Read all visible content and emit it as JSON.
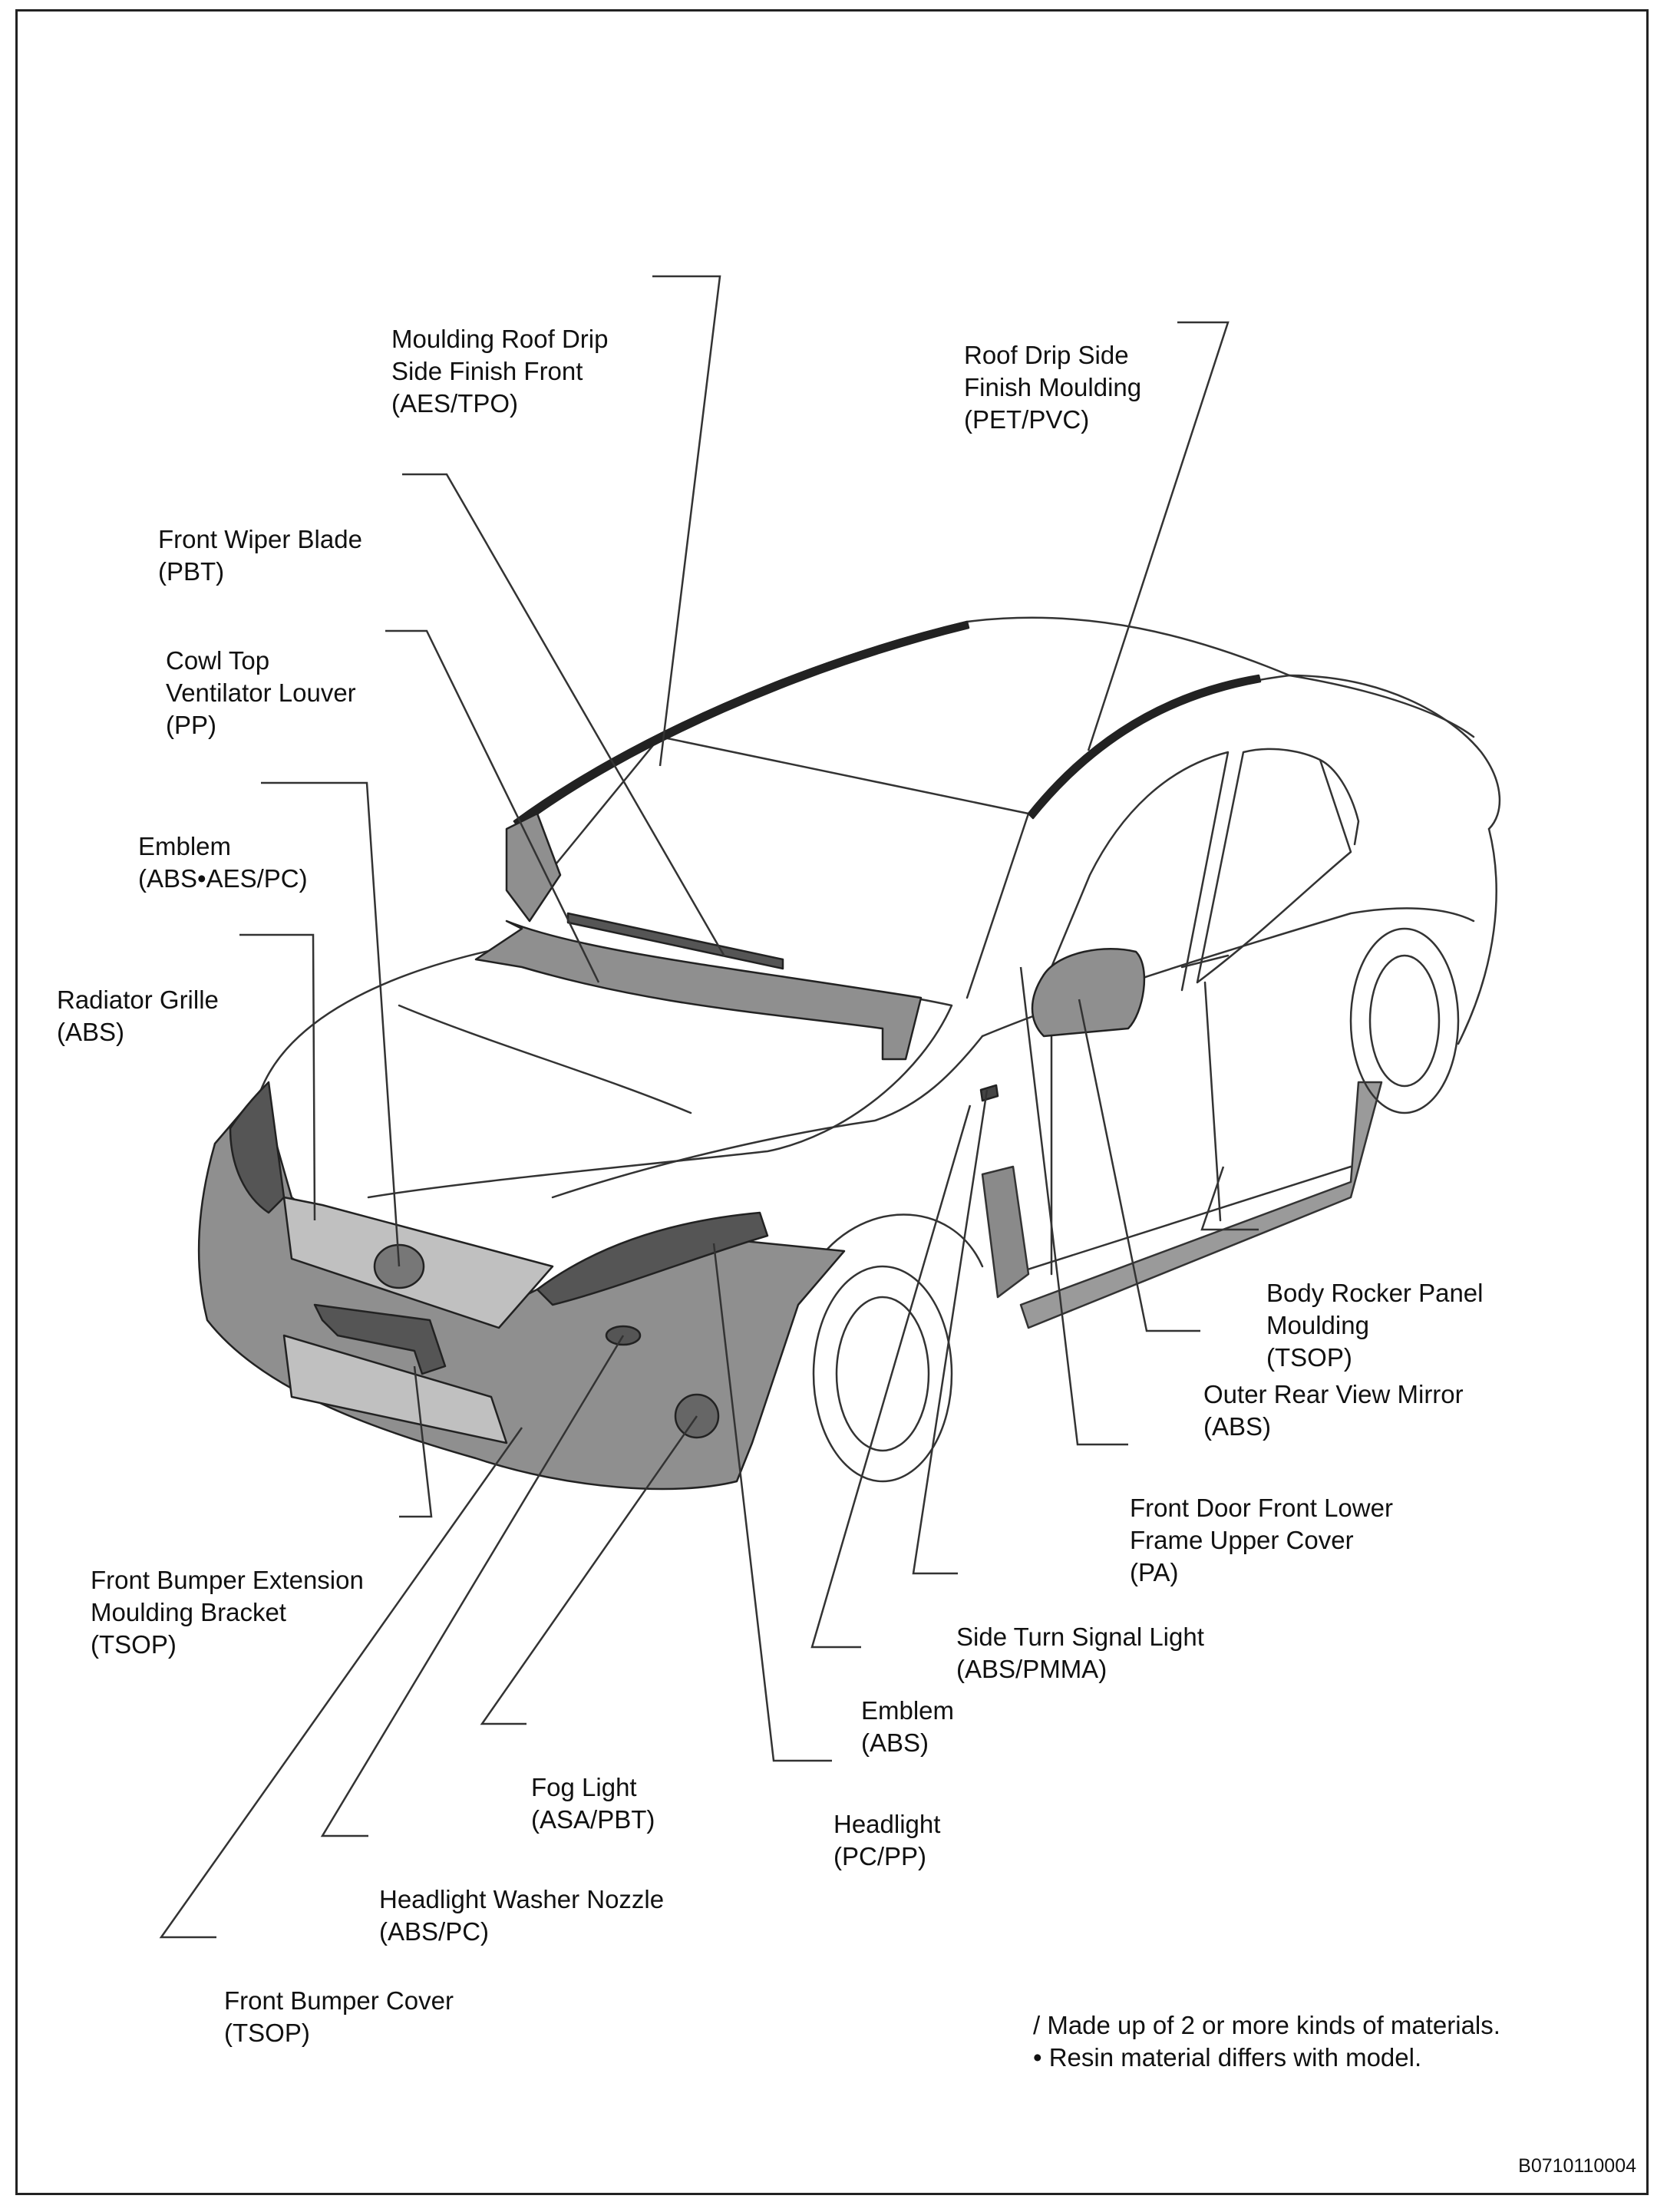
{
  "callouts": [
    {
      "id": "moulding-roof-drip-front",
      "lines": [
        "Moulding Roof Drip",
        "Side Finish Front",
        "(AES/TPO)"
      ]
    },
    {
      "id": "roof-drip-side-finish",
      "lines": [
        "Roof Drip Side",
        "Finish Moulding",
        "(PET/PVC)"
      ]
    },
    {
      "id": "front-wiper-blade",
      "lines": [
        "Front Wiper Blade",
        "(PBT)"
      ]
    },
    {
      "id": "cowl-top-louver",
      "lines": [
        "Cowl Top",
        "Ventilator Louver",
        "(PP)"
      ]
    },
    {
      "id": "emblem-front",
      "lines": [
        "Emblem",
        "(ABS•AES/PC)"
      ]
    },
    {
      "id": "radiator-grille",
      "lines": [
        "Radiator Grille",
        "(ABS)"
      ]
    },
    {
      "id": "body-rocker-panel",
      "lines": [
        "Body Rocker Panel",
        "Moulding",
        "(TSOP)"
      ]
    },
    {
      "id": "outer-rear-view-mirror",
      "lines": [
        "Outer Rear View Mirror",
        "(ABS)"
      ]
    },
    {
      "id": "front-door-lower-cover",
      "lines": [
        "Front Door Front Lower",
        "Frame Upper Cover",
        "(PA)"
      ]
    },
    {
      "id": "side-turn-signal",
      "lines": [
        "Side Turn Signal Light",
        "(ABS/PMMA)"
      ]
    },
    {
      "id": "emblem-side",
      "lines": [
        "Emblem",
        "(ABS)"
      ]
    },
    {
      "id": "front-bumper-extension",
      "lines": [
        "Front Bumper Extension",
        "Moulding Bracket",
        "(TSOP)"
      ]
    },
    {
      "id": "fog-light",
      "lines": [
        "Fog Light",
        "(ASA/PBT)"
      ]
    },
    {
      "id": "headlight",
      "lines": [
        "Headlight",
        "(PC/PP)"
      ]
    },
    {
      "id": "headlight-washer",
      "lines": [
        "Headlight Washer Nozzle",
        "(ABS/PC)"
      ]
    },
    {
      "id": "front-bumper-cover",
      "lines": [
        "Front Bumper Cover",
        "(TSOP)"
      ]
    }
  ],
  "notes": {
    "line1": "/ Made up of 2 or more kinds of materials.",
    "line2": "• Resin material differs with model."
  },
  "figure_code": "B0710110004"
}
